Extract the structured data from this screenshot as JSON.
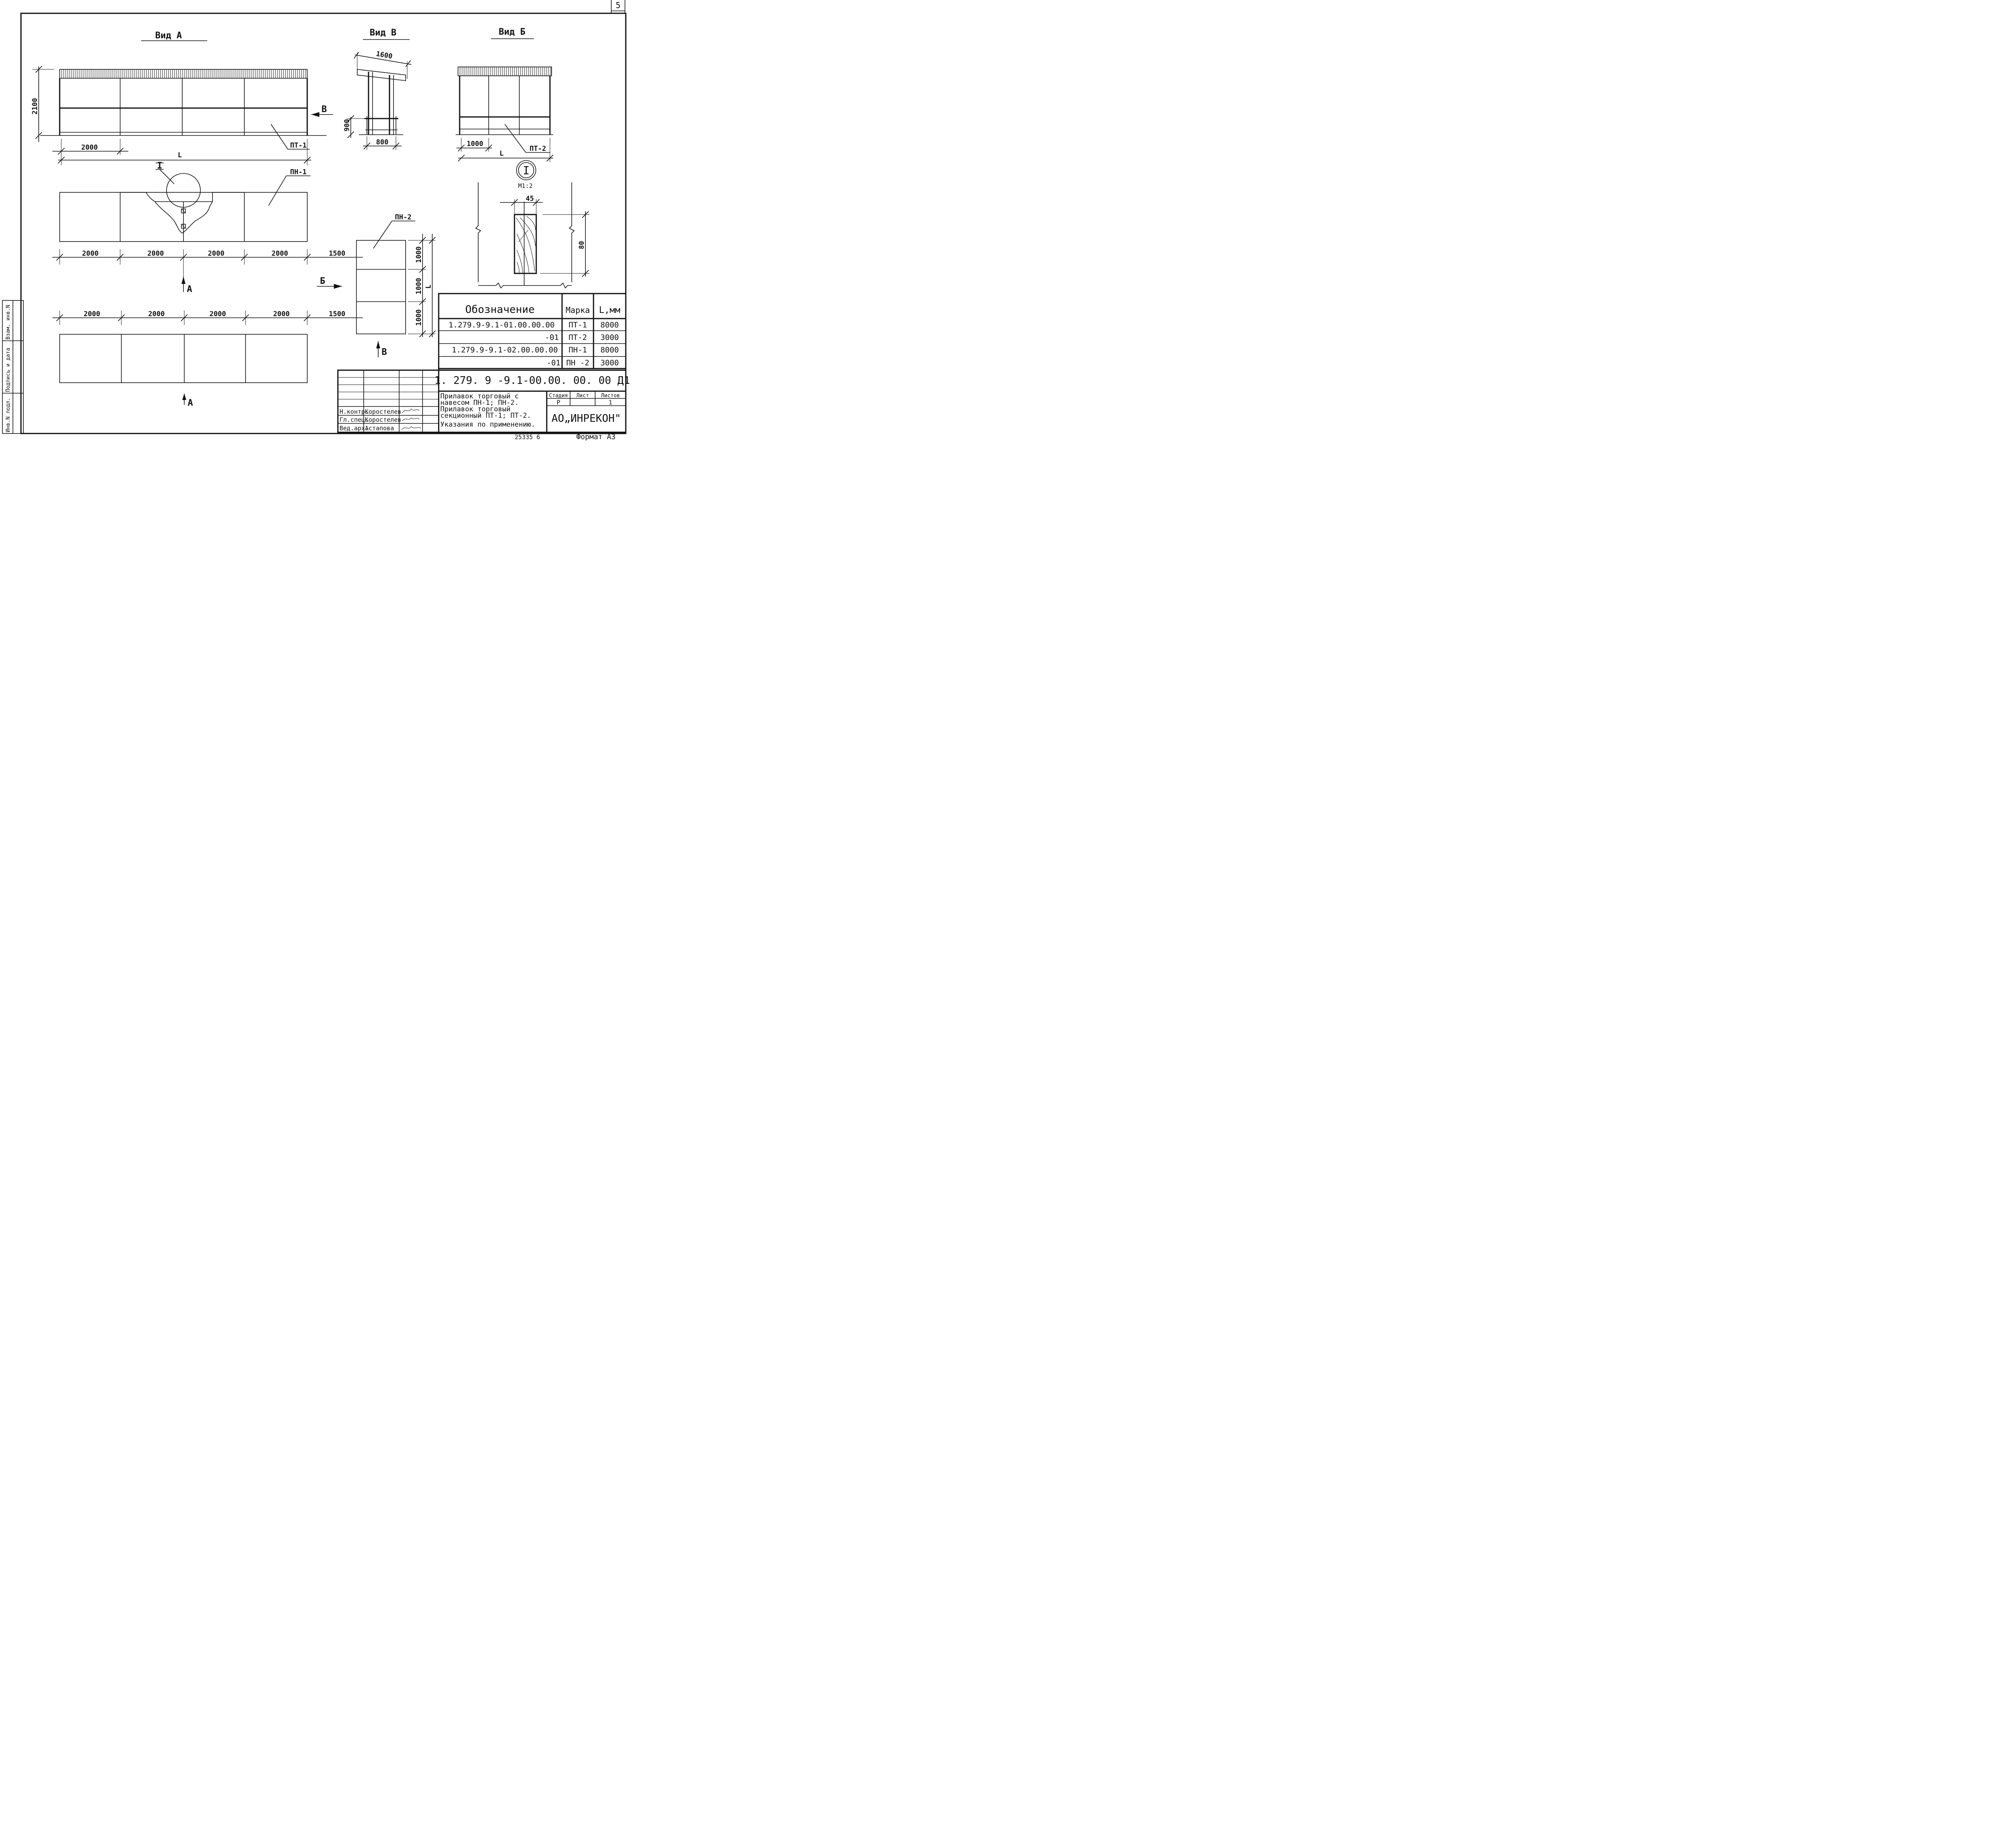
{
  "sheet_number": "5",
  "views": {
    "view_a": "Вид А",
    "view_v": "Вид В",
    "view_b": "Вид Б"
  },
  "dims": {
    "h2100": "2100",
    "w2000": "2000",
    "len_l": "L",
    "w1600": "1600",
    "h900": "900",
    "w800": "800",
    "w1000": "1000",
    "len_l_small": "L",
    "w1500_a": "1500",
    "w1500_b": "1500",
    "h1000_1": "1000",
    "h1000_2": "1000",
    "h1000_3": "1000",
    "len_l_vert": "L",
    "d45": "45",
    "d80": "80",
    "row1": [
      "2000",
      "2000",
      "2000",
      "2000"
    ],
    "row2": [
      "2000",
      "2000",
      "2000",
      "2000"
    ]
  },
  "labels": {
    "pt1": "ПТ-1",
    "pt2": "ПТ-2",
    "pn1": "ПН-1",
    "pn2": "ПН-2",
    "detail_i": "I",
    "detail_scale": "М1:2",
    "arrow_v_left": "В",
    "arrow_a1": "А",
    "arrow_b": "Б",
    "arrow_v_bottom": "В",
    "arrow_a2": "А"
  },
  "spec_table": {
    "headers": [
      "Обозначение",
      "Марка",
      "L,мм"
    ],
    "rows": [
      {
        "designation": "1.279.9-9.1-01.00.00.00",
        "mark": "ПТ-1",
        "length": "8000"
      },
      {
        "designation": "-01",
        "mark": "ПТ-2",
        "length": "3000"
      },
      {
        "designation": "1.279.9-9.1-02.00.00.00",
        "mark": "ПН-1",
        "length": "8000"
      },
      {
        "designation": "-01",
        "mark": "ПН -2",
        "length": "3000"
      }
    ]
  },
  "title_block": {
    "doc_code": "1. 279. 9 -9.1-00.00. 00. 00 Д1",
    "description": [
      "Прилавок торговый с",
      "навесом ПН-1; ПН-2.",
      "Прилавок торговый",
      "секционный ПТ-1; ПТ-2.",
      "Указания по применению."
    ],
    "stage_header": "Стадия",
    "sheet_header": "Лист",
    "sheets_header": "Листов",
    "stage_value": "Р",
    "sheet_value": "",
    "sheets_value": "1",
    "organization": "АО„ИНРЕКОН\"",
    "staff": [
      {
        "role": "Н.контр.",
        "name": "Коростелев"
      },
      {
        "role": "Гл.спец.",
        "name": "Коростелев"
      },
      {
        "role": "Вед.арх.",
        "name": "Астапова"
      }
    ]
  },
  "side_stamp": [
    "Инв.N подл.",
    "Подпись и дата",
    "Взам. инв.N"
  ],
  "footer": {
    "archive_number": "25335 6",
    "format": "Формат А3"
  }
}
